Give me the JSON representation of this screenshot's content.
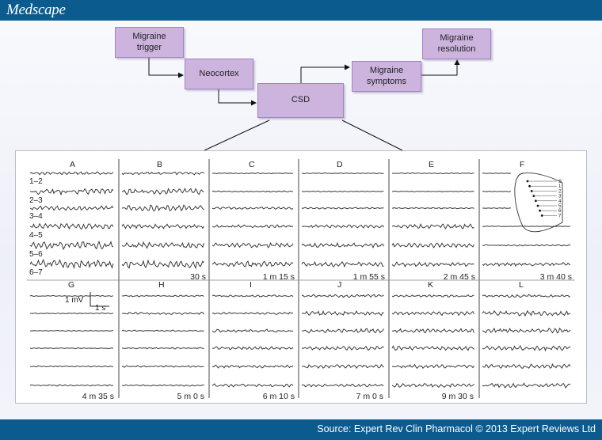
{
  "header": {
    "brand": "Medscape"
  },
  "footer": {
    "source": "Source: Expert Rev Clin Pharmacol © 2013 Expert Reviews Ltd"
  },
  "flowchart": {
    "migraine_trigger": "Migraine\ntrigger",
    "neocortex": "Neocortex",
    "csd": "CSD",
    "migraine_symptoms": "Migraine\nsymptoms",
    "migraine_resolution": "Migraine\nresolution"
  },
  "eeg": {
    "channels": [
      "1–2",
      "2–3",
      "3–4",
      "4–5",
      "5–6",
      "6–7"
    ],
    "panels_top": [
      {
        "label": "A",
        "time": ""
      },
      {
        "label": "B",
        "time": "30 s"
      },
      {
        "label": "C",
        "time": "1 m 15 s"
      },
      {
        "label": "D",
        "time": "1 m 55 s"
      },
      {
        "label": "E",
        "time": "2 m 45 s"
      },
      {
        "label": "F",
        "time": "3 m 40 s"
      }
    ],
    "panels_bottom": [
      {
        "label": "G",
        "time": "4 m 35 s"
      },
      {
        "label": "H",
        "time": "5 m 0 s"
      },
      {
        "label": "I",
        "time": "6 m 10 s"
      },
      {
        "label": "J",
        "time": "7 m 0 s"
      },
      {
        "label": "K",
        "time": "9 m 30 s"
      },
      {
        "label": "L",
        "time": ""
      }
    ],
    "scale": {
      "amplitude": "1 mV",
      "duration": "1 s"
    },
    "electrode_numbers": [
      "S",
      "1",
      "2",
      "3",
      "4",
      "5",
      "6",
      "7"
    ]
  },
  "colors": {
    "bar": "#0b5b8f",
    "box": "#ccb4de",
    "box_border": "#a184bf",
    "trace": "#3a3a3a"
  }
}
